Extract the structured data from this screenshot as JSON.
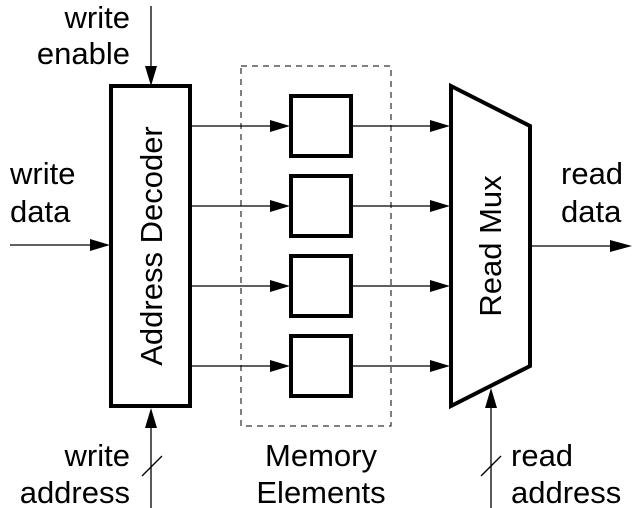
{
  "diagram": {
    "title": "Register file / memory array block diagram",
    "labels": {
      "write_enable": [
        "write",
        "enable"
      ],
      "write_data": [
        "write",
        "data"
      ],
      "write_address": [
        "write",
        "address"
      ],
      "read_data": [
        "read",
        "data"
      ],
      "read_address": [
        "read",
        "address"
      ],
      "memory_elements": [
        "Memory",
        "Elements"
      ]
    },
    "blocks": {
      "address_decoder": "Address Decoder",
      "read_mux": "Read Mux"
    },
    "memory_element_count": 4,
    "colors": {
      "stroke": "#000000",
      "background": "#ffffff"
    }
  }
}
